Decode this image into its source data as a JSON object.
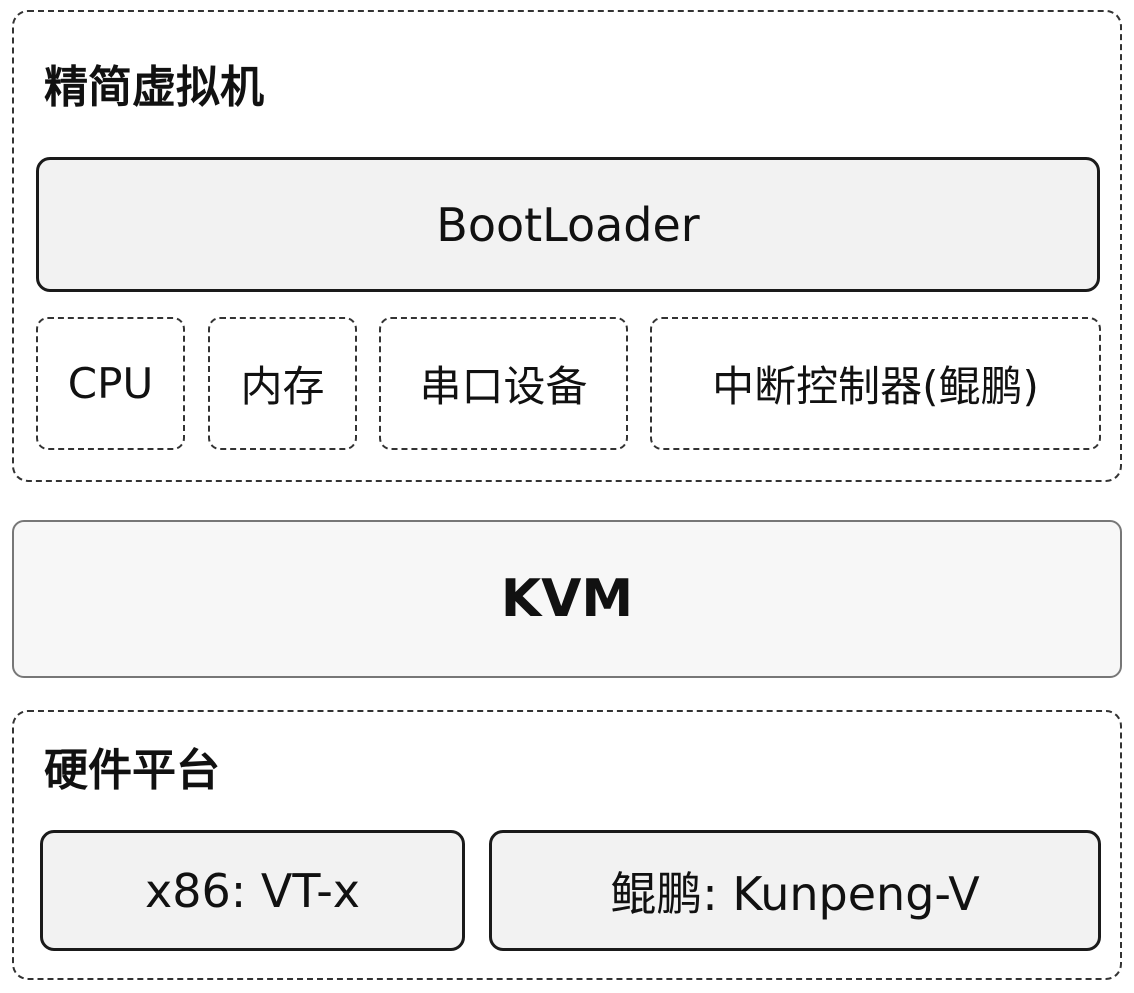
{
  "vm": {
    "title": "精简虚拟机",
    "bootloader": "BootLoader",
    "components": [
      "CPU",
      "内存",
      "串口设备",
      "中断控制器(鲲鹏)"
    ]
  },
  "kvm": {
    "label": "KVM"
  },
  "hardware": {
    "title": "硬件平台",
    "platforms": [
      "x86: VT-x",
      "鲲鹏: Kunpeng-V"
    ]
  },
  "colors": {
    "border": "#1a1a1a",
    "box_fill": "#f2f2f2",
    "kvm_fill": "#f7f7f7",
    "background": "#ffffff"
  }
}
